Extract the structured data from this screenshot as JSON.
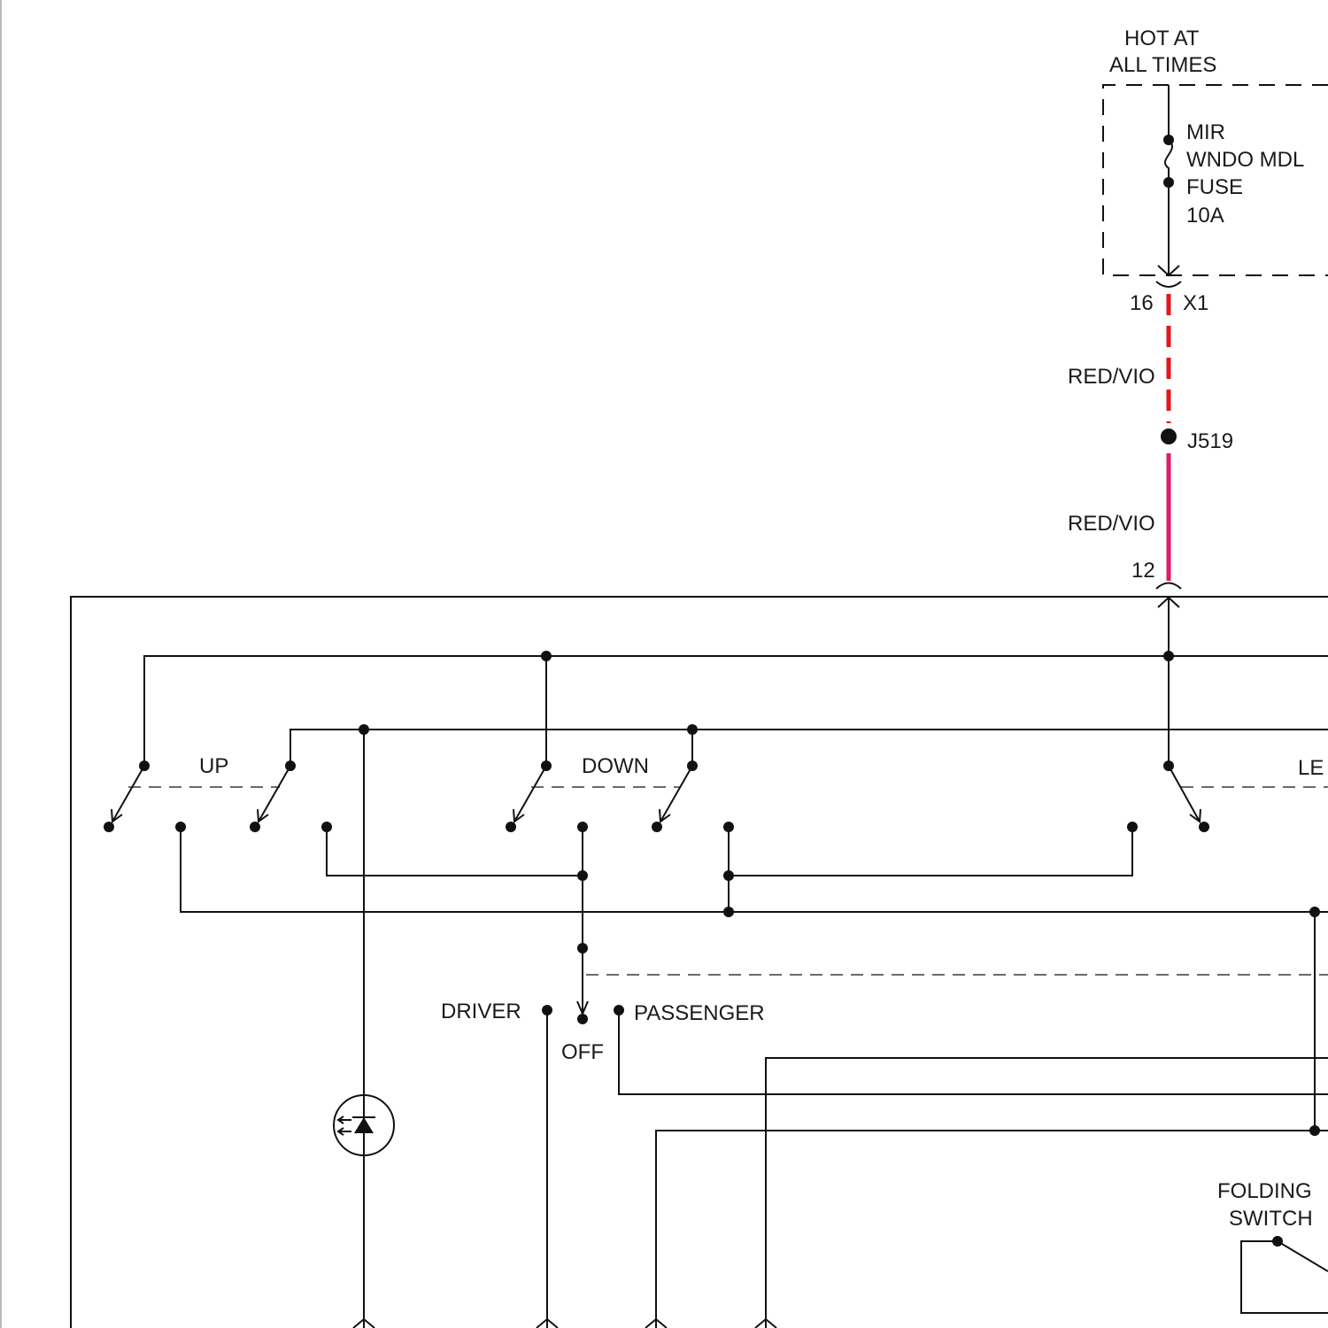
{
  "labels": {
    "power_source_line1": "HOT AT",
    "power_source_line2": "ALL TIMES",
    "fuse_line1": "MIR",
    "fuse_line2": "WNDO MDL",
    "fuse_line3": "FUSE",
    "fuse_line4": "10A",
    "connector_pin_top": "16",
    "connector_name": "X1",
    "wire_color_upper": "RED/VIO",
    "splice": "J519",
    "wire_color_lower": "RED/VIO",
    "connector_pin_bottom": "12",
    "switch_up": "UP",
    "switch_down": "DOWN",
    "switch_left_partial": "LE",
    "select_driver": "DRIVER",
    "select_off": "OFF",
    "select_passenger": "PASSENGER",
    "folding_switch_line1": "FOLDING",
    "folding_switch_line2": "SWITCH"
  },
  "colors": {
    "wire_upper": "#e0161b",
    "wire_lower": "#e01a6a",
    "line": "#111111"
  }
}
